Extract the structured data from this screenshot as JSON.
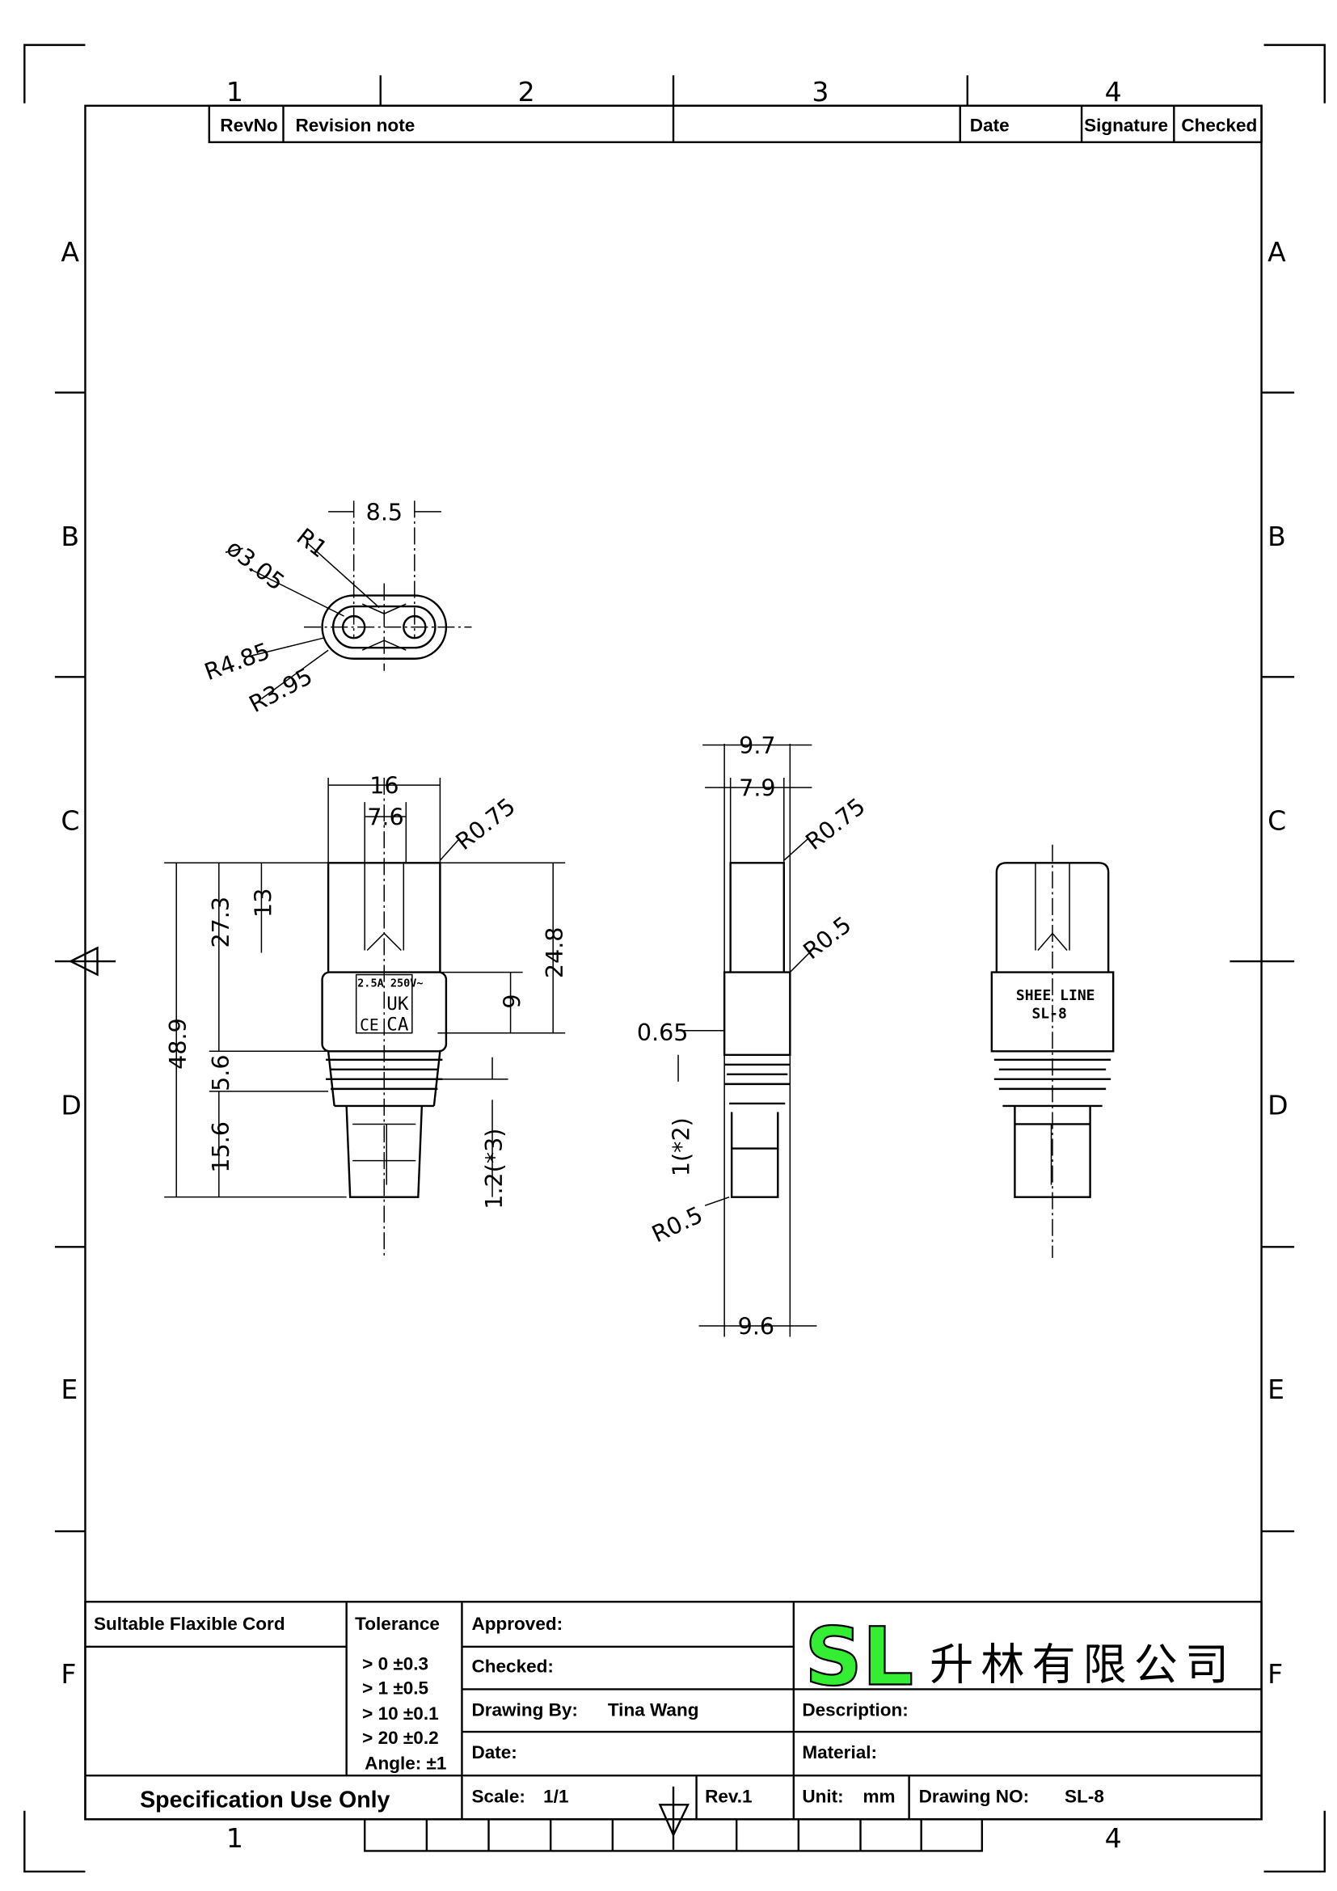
{
  "zones": {
    "columns": [
      "1",
      "2",
      "3",
      "4"
    ],
    "rows": [
      "A",
      "B",
      "C",
      "D",
      "E",
      "F"
    ]
  },
  "revision_table": {
    "revno": "RevNo",
    "note": "Revision note",
    "date": "Date",
    "signature": "Signature",
    "checked": "Checked"
  },
  "top_view": {
    "d1": "8.5",
    "d2": "R1",
    "d3": "ø3.05",
    "d4": "R4.85",
    "d5": "R3.95"
  },
  "front_view": {
    "w16": "16",
    "w76": "7.6",
    "r075": "R0.75",
    "h489": "48.9",
    "h273": "27.3",
    "h13": "13",
    "h56": "5.6",
    "h156": "15.6",
    "h248": "24.8",
    "h9": "9",
    "h12": "1.2(*3)",
    "marking": {
      "rating": "2.5A 250V~",
      "uk": "UK",
      "ca": "CA",
      "ce": "CE"
    }
  },
  "side_view": {
    "w97": "9.7",
    "w79": "7.9",
    "r075": "R0.75",
    "r05a": "R0.5",
    "d065": "0.65",
    "d1": "1(*2)",
    "r05b": "R0.5",
    "w96": "9.6"
  },
  "rear_view": {
    "brand": "SHEE LINE",
    "model": "SL-8"
  },
  "title_block": {
    "cord": "Sultable Flaxible Cord",
    "tolerance": "Tolerance",
    "tol_lines": [
      "> 0  ±0.3",
      "> 1  ±0.5",
      "> 10  ±0.1",
      "> 20  ±0.2",
      "Angle: ±1"
    ],
    "approved": "Approved:",
    "checked": "Checked:",
    "drawing_by_label": "Drawing By:",
    "drawing_by": "Tina Wang",
    "date": "Date:",
    "spec": "Specification Use Only",
    "scale_label": "Scale:",
    "scale": "1/1",
    "rev": "Rev.1",
    "logo": "SL",
    "company": "升林有限公司",
    "description": "Description:",
    "material": "Material:",
    "unit_label": "Unit:",
    "unit": "mm",
    "drawing_no_label": "Drawing NO:",
    "drawing_no": "SL-8",
    "logo_color": "#33ee33"
  }
}
